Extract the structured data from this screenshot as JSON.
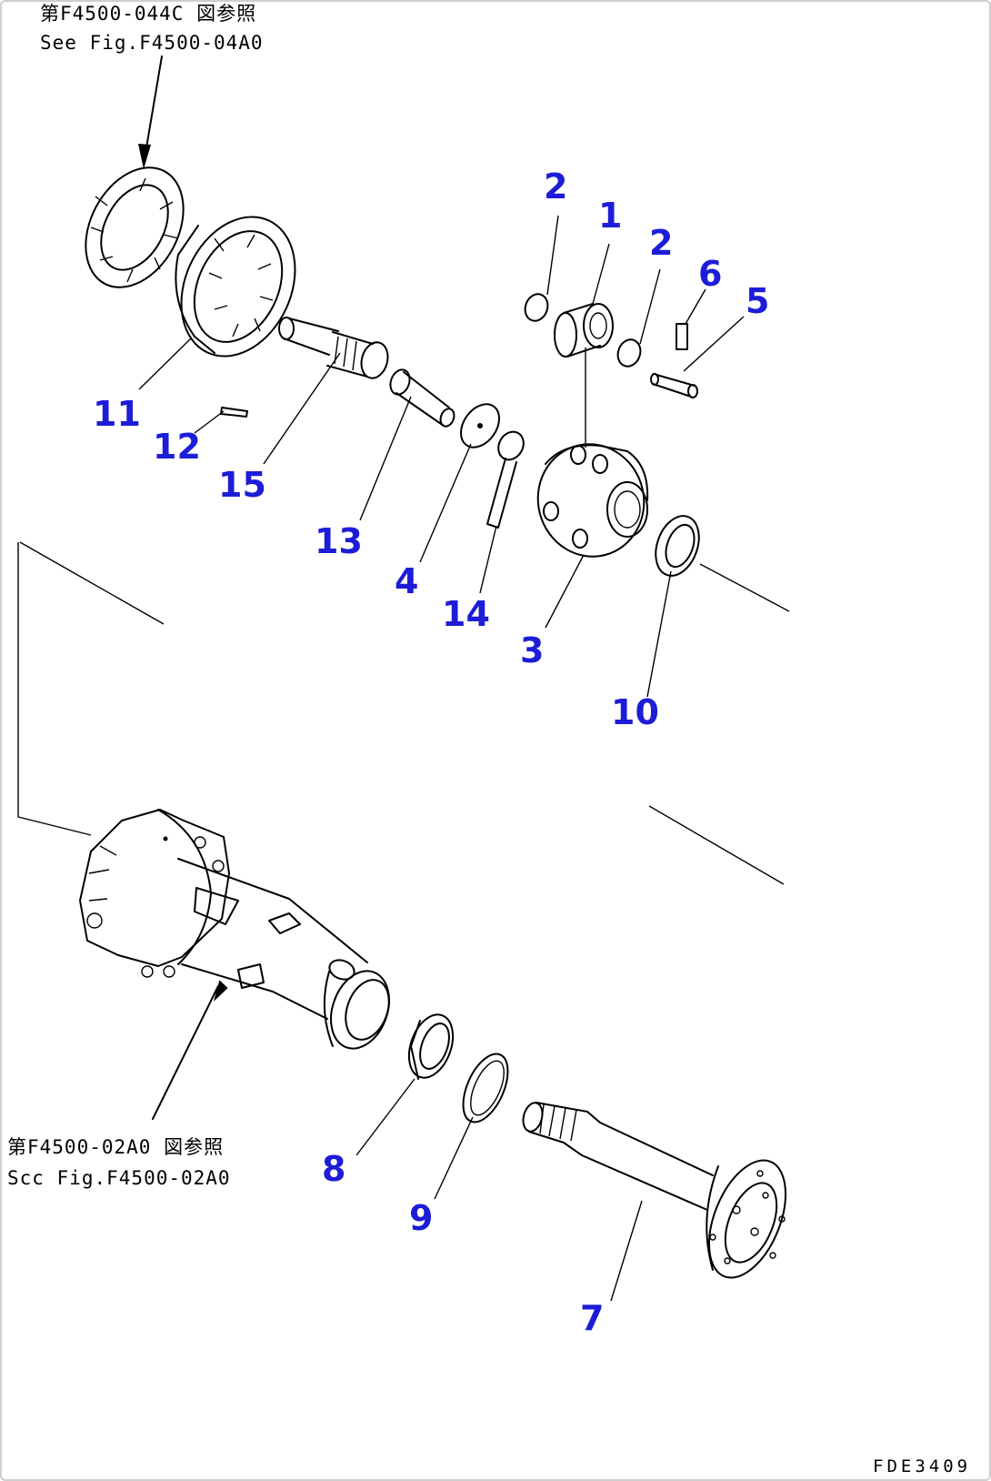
{
  "references": {
    "top_jp": "第F4500-044C 図参照",
    "top_en": "See Fig.F4500-04A0",
    "bottom_jp": "第F4500-02A0 図参照",
    "bottom_en": "Scc Fig.F4500-02A0"
  },
  "callouts": {
    "c1": "1",
    "c2a": "2",
    "c2b": "2",
    "c3": "3",
    "c4": "4",
    "c5": "5",
    "c6": "6",
    "c7": "7",
    "c8": "8",
    "c9": "9",
    "c10": "10",
    "c11": "11",
    "c12": "12",
    "c13": "13",
    "c14": "14",
    "c15": "15"
  },
  "drawing_code": "FDE3409",
  "colors": {
    "callout": "#1d1dd8",
    "line": "#000000"
  }
}
